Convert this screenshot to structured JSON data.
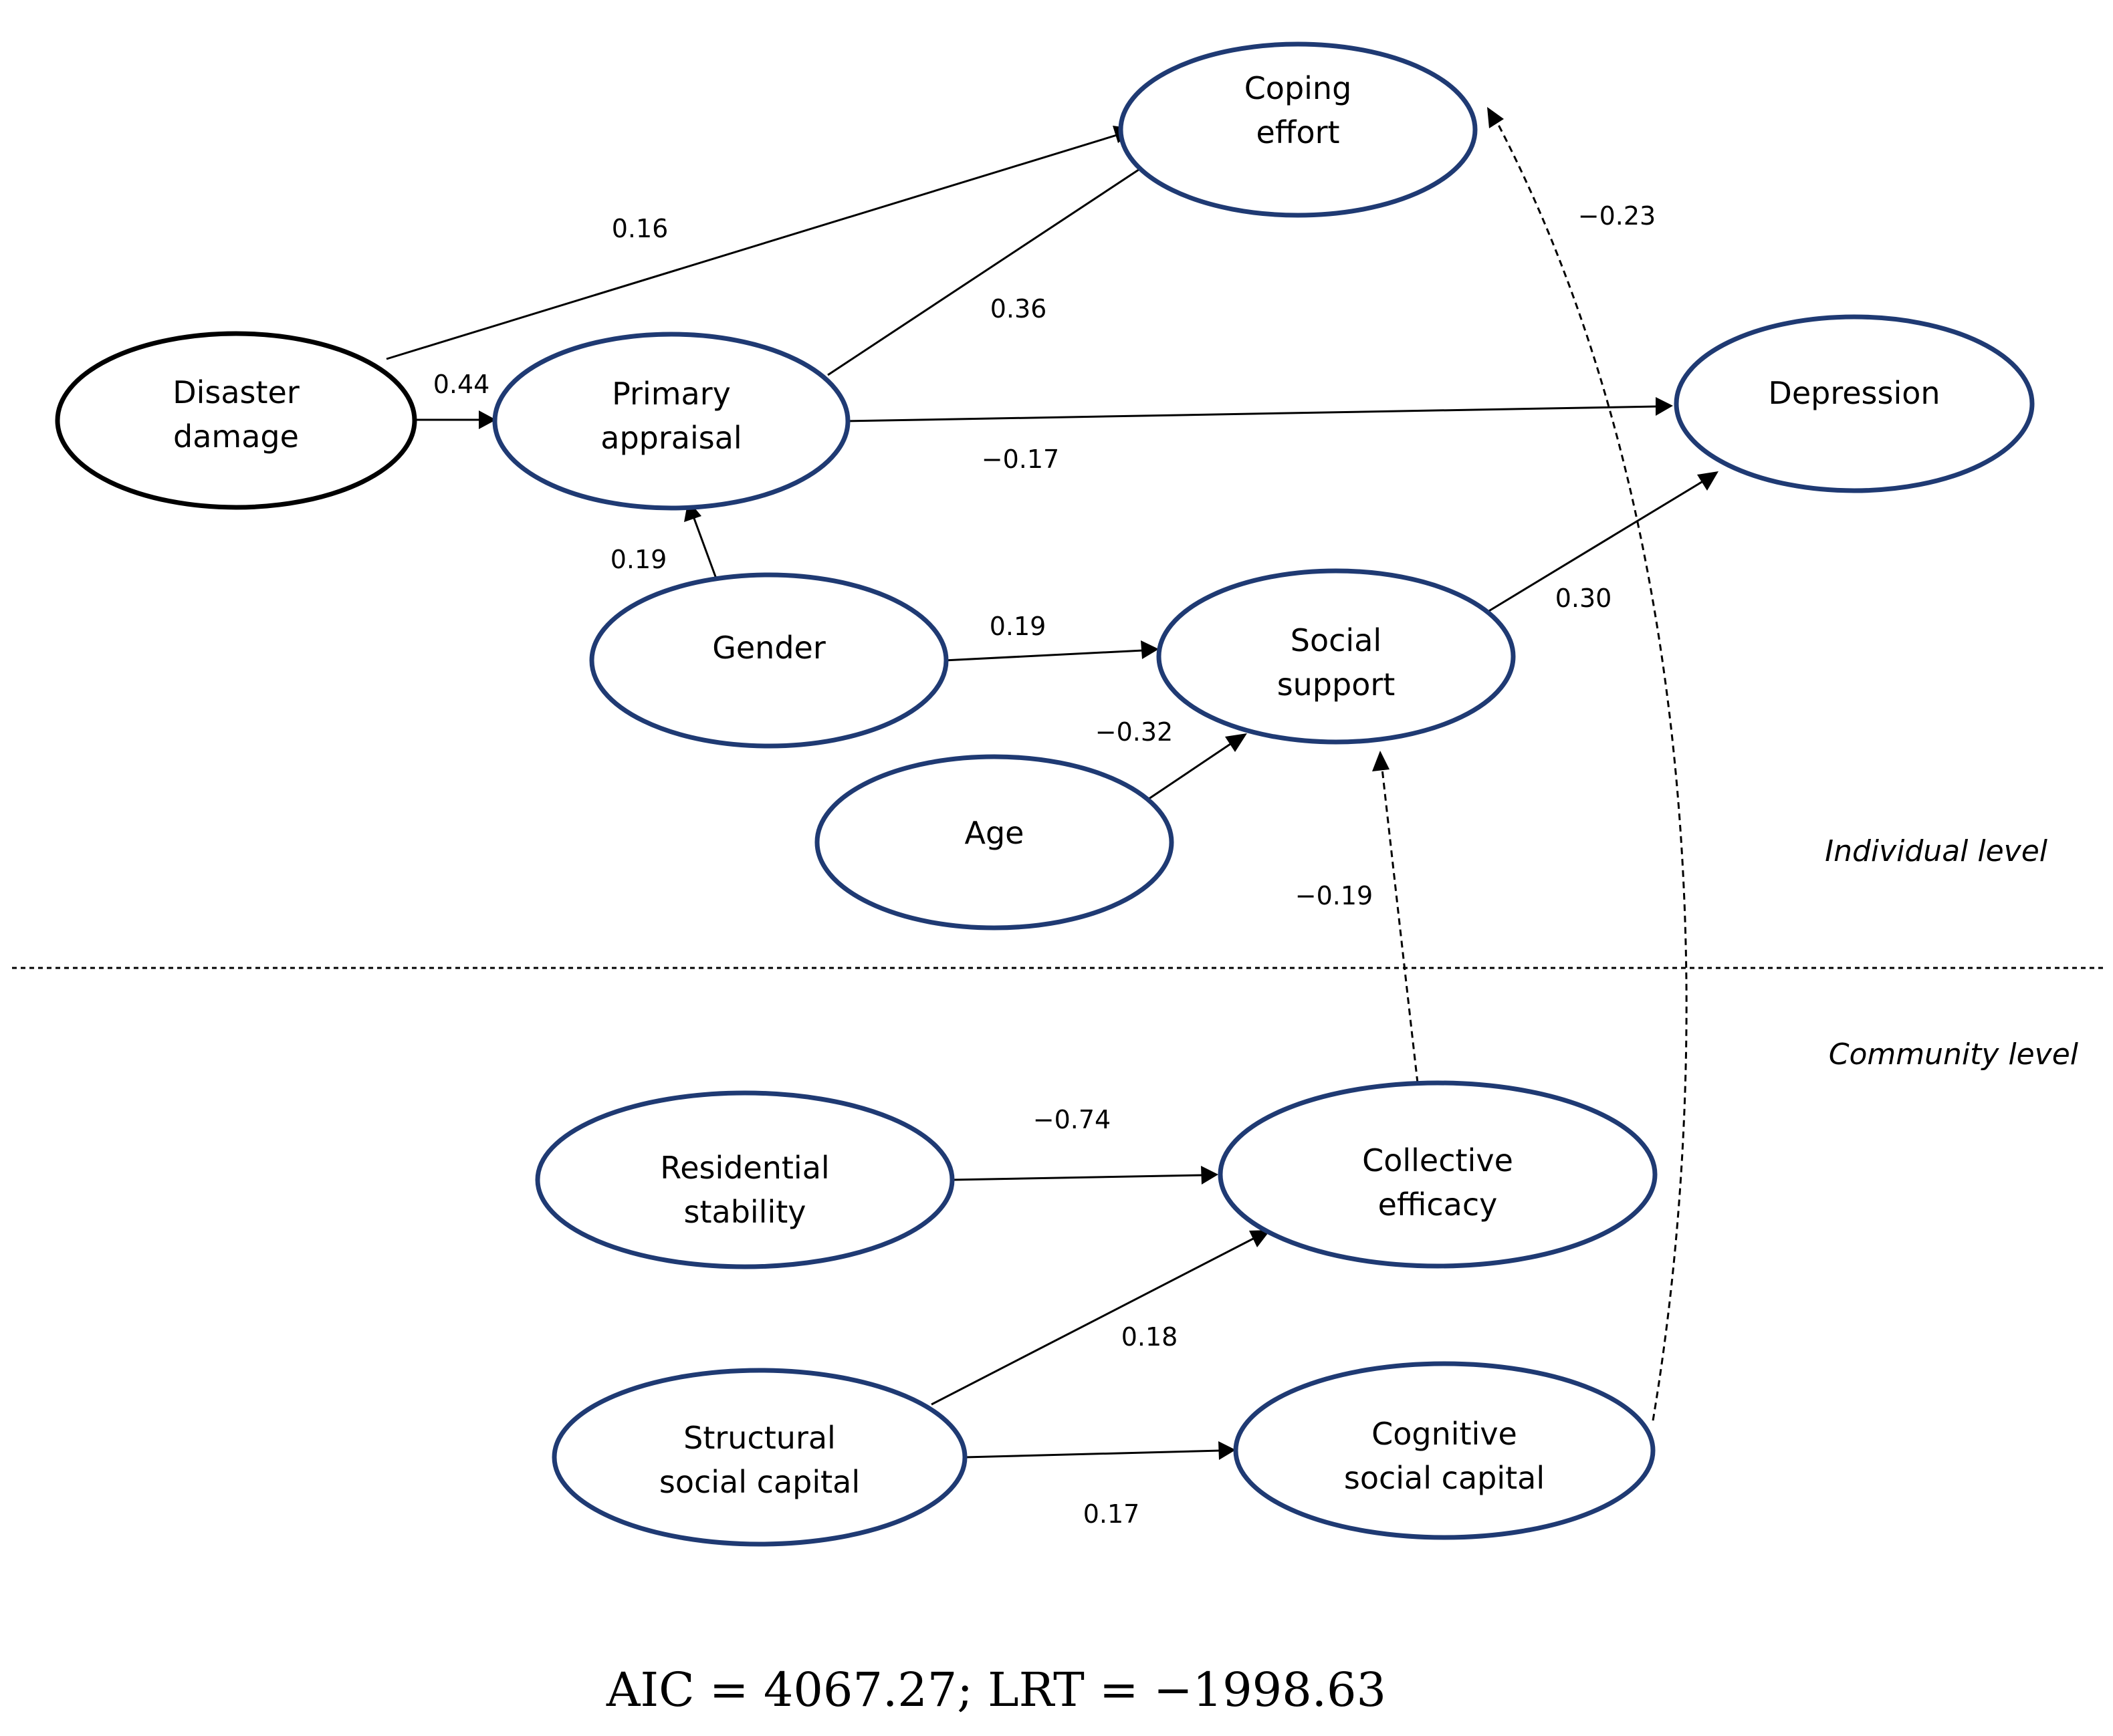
{
  "colors": {
    "node_stroke": "#1f3a73",
    "exogenous_stroke": "#000000",
    "edge": "#000000",
    "background": "#ffffff"
  },
  "nodes": {
    "coping_effort": [
      "Coping",
      "effort"
    ],
    "disaster_damage": [
      "Disaster",
      "damage"
    ],
    "primary_appraisal": [
      "Primary",
      "appraisal"
    ],
    "depression": [
      "Depression"
    ],
    "gender": [
      "Gender"
    ],
    "social_support": [
      "Social",
      "support"
    ],
    "age": [
      "Age"
    ],
    "residential_stability": [
      "Residential",
      "stability"
    ],
    "collective_efficacy": [
      "Collective",
      "efficacy"
    ],
    "structural_social_capital": [
      "Structural",
      "social capital"
    ],
    "cognitive_social_capital": [
      "Cognitive",
      "social capital"
    ]
  },
  "edges": [
    {
      "from": "disaster_damage",
      "to": "coping_effort",
      "coef": "0.16",
      "style": "solid"
    },
    {
      "from": "primary_appraisal",
      "to": "coping_effort",
      "coef": "0.36",
      "style": "solid"
    },
    {
      "from": "disaster_damage",
      "to": "primary_appraisal",
      "coef": "0.44",
      "style": "solid"
    },
    {
      "from": "primary_appraisal",
      "to": "depression",
      "coef": "−0.17",
      "style": "solid"
    },
    {
      "from": "gender",
      "to": "primary_appraisal",
      "coef": "0.19",
      "style": "solid"
    },
    {
      "from": "gender",
      "to": "social_support",
      "coef": "0.19",
      "style": "solid"
    },
    {
      "from": "social_support",
      "to": "depression",
      "coef": "0.30",
      "style": "solid"
    },
    {
      "from": "age",
      "to": "social_support",
      "coef": "−0.32",
      "style": "solid"
    },
    {
      "from": "collective_efficacy",
      "to": "social_support",
      "coef": "−0.19",
      "style": "dashed"
    },
    {
      "from": "cognitive_social_capital",
      "to": "coping_effort",
      "coef": "−0.23",
      "style": "dashed"
    },
    {
      "from": "residential_stability",
      "to": "collective_efficacy",
      "coef": "−0.74",
      "style": "solid"
    },
    {
      "from": "structural_social_capital",
      "to": "collective_efficacy",
      "coef": "0.18",
      "style": "solid"
    },
    {
      "from": "structural_social_capital",
      "to": "cognitive_social_capital",
      "coef": "0.17",
      "style": "solid"
    }
  ],
  "levels": {
    "individual": "Individual level",
    "community": "Community level"
  },
  "footer": "AIC = 4067.27; LRT = −1998.63"
}
